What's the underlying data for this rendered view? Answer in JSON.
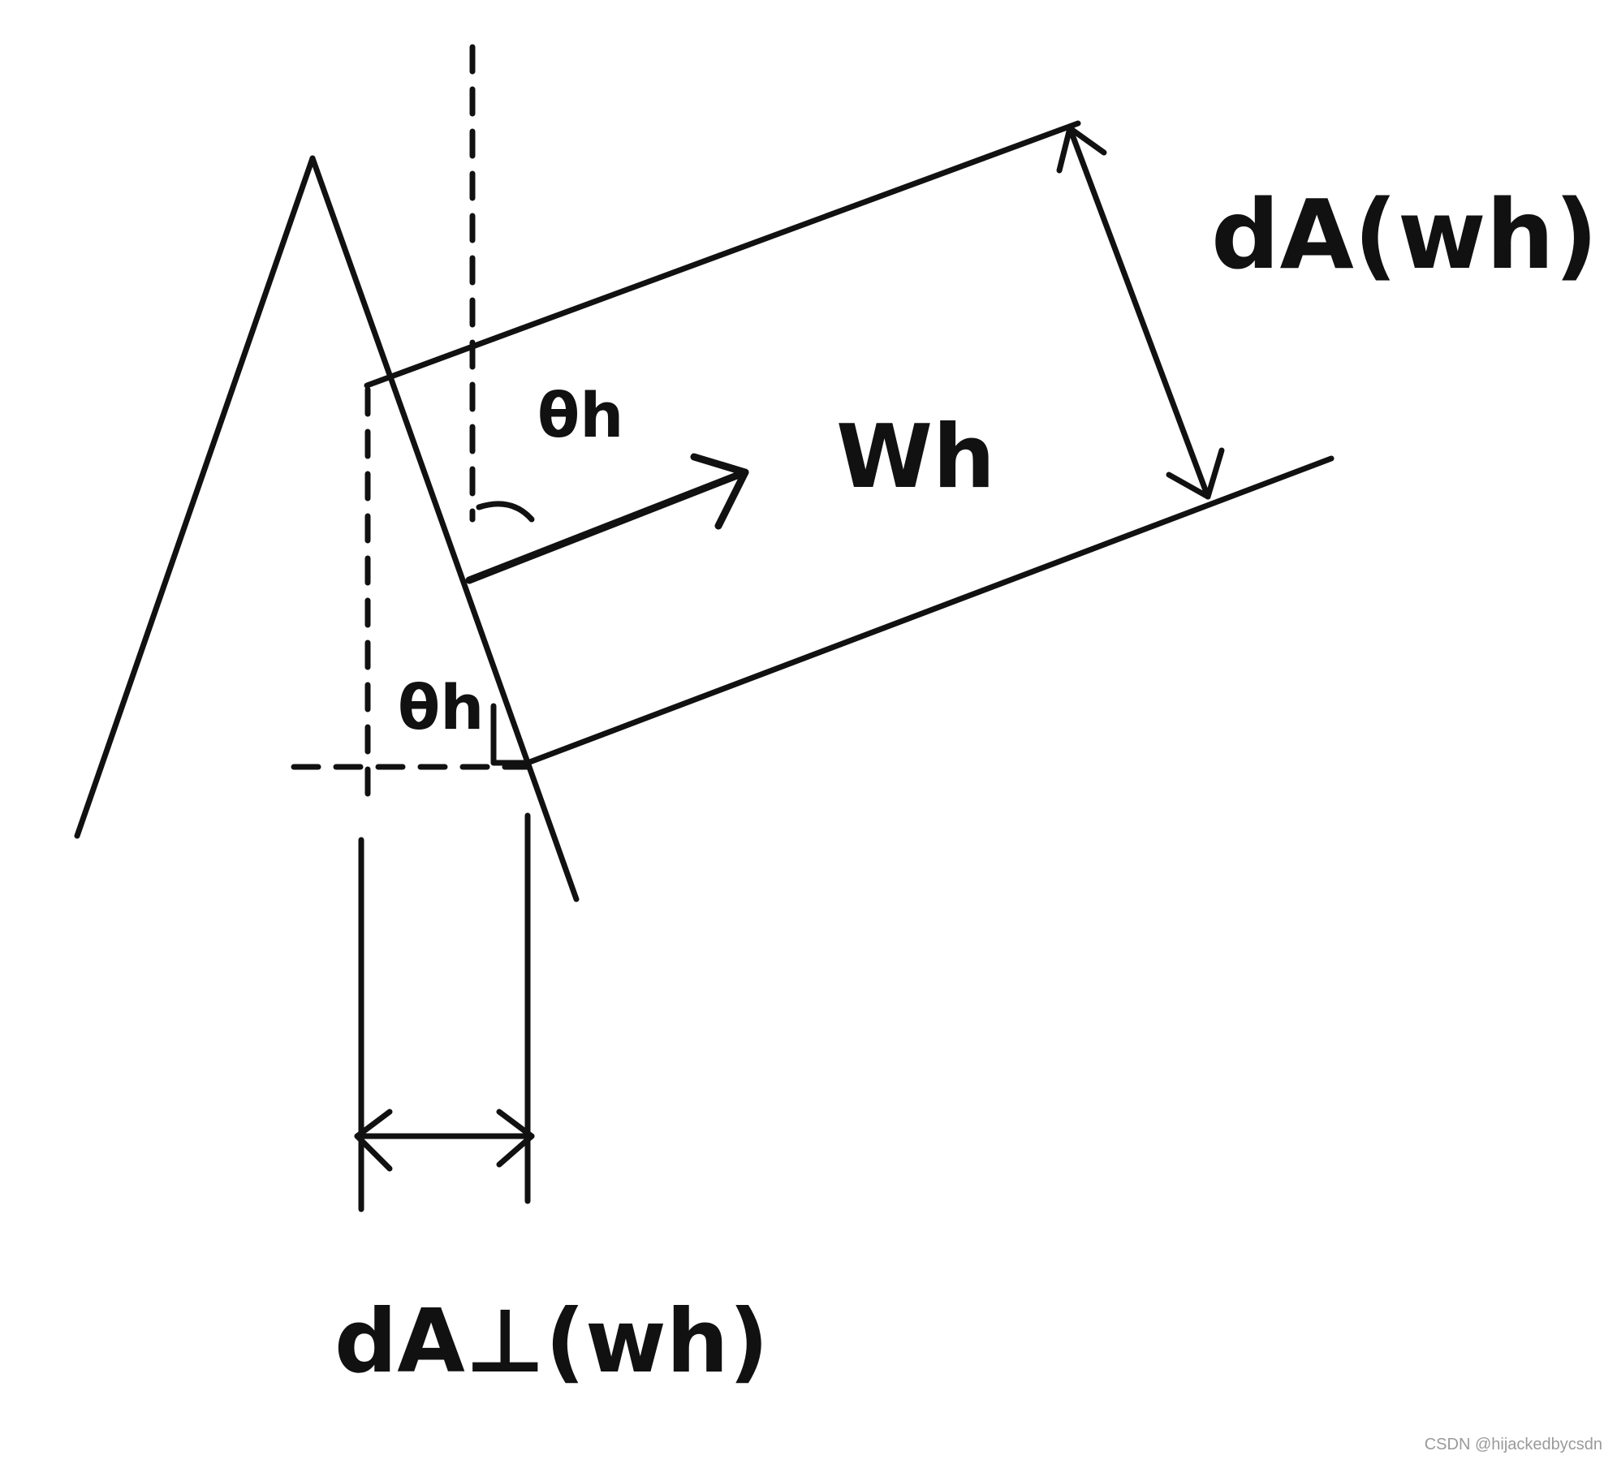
{
  "diagram": {
    "labels": {
      "dA": "dA(wh)",
      "dA_perp": "dA⊥(wh)",
      "theta_top": "θh",
      "theta_bottom": "θh",
      "wh": "Wh"
    }
  },
  "watermark": "CSDN @hijackedbycsdn",
  "colors": {
    "ink": "#111111",
    "background": "#ffffff"
  }
}
